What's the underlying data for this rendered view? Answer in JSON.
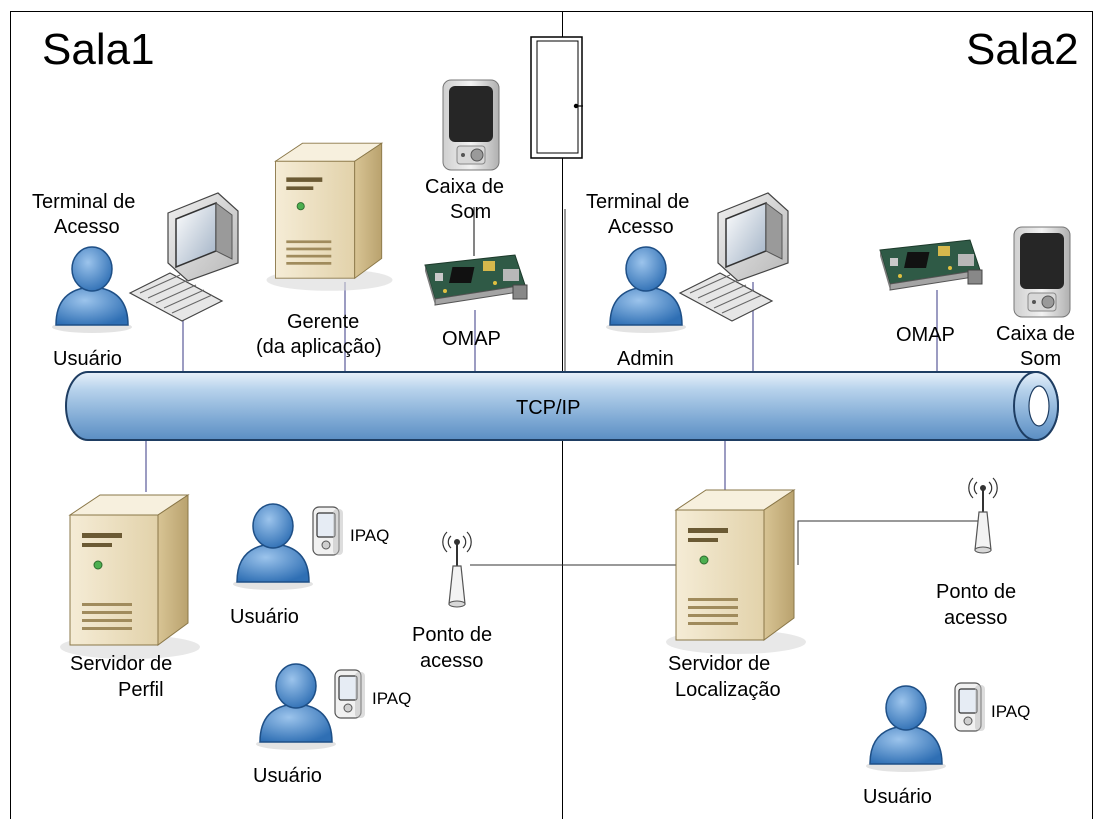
{
  "rooms": {
    "left": "Sala1",
    "right": "Sala2"
  },
  "network": {
    "label": "TCP/IP"
  },
  "sala1": {
    "terminal_label_1": "Terminal de",
    "terminal_label_2": "Acesso",
    "user_label": "Usuário",
    "manager_label_1": "Gerente",
    "manager_label_2": "(da aplicação)",
    "speaker_label_1": "Caixa de",
    "speaker_label_2": "Som",
    "omap_label": "OMAP",
    "profile_server_label_1": "Servidor de",
    "profile_server_label_2": "Perfil",
    "mobile_user_1": "Usuário",
    "mobile_user_2": "Usuário",
    "ipaq_1": "IPAQ",
    "ipaq_2": "IPAQ",
    "access_point_label_1": "Ponto de",
    "access_point_label_2": "acesso"
  },
  "sala2": {
    "terminal_label_1": "Terminal de",
    "terminal_label_2": "Acesso",
    "admin_label": "Admin",
    "omap_label": "OMAP",
    "speaker_label_1": "Caixa de",
    "speaker_label_2": "Som",
    "location_server_label_1": "Servidor de",
    "location_server_label_2": "Localização",
    "access_point_label_1": "Ponto de",
    "access_point_label_2": "acesso",
    "ipaq": "IPAQ",
    "mobile_user": "Usuário"
  }
}
